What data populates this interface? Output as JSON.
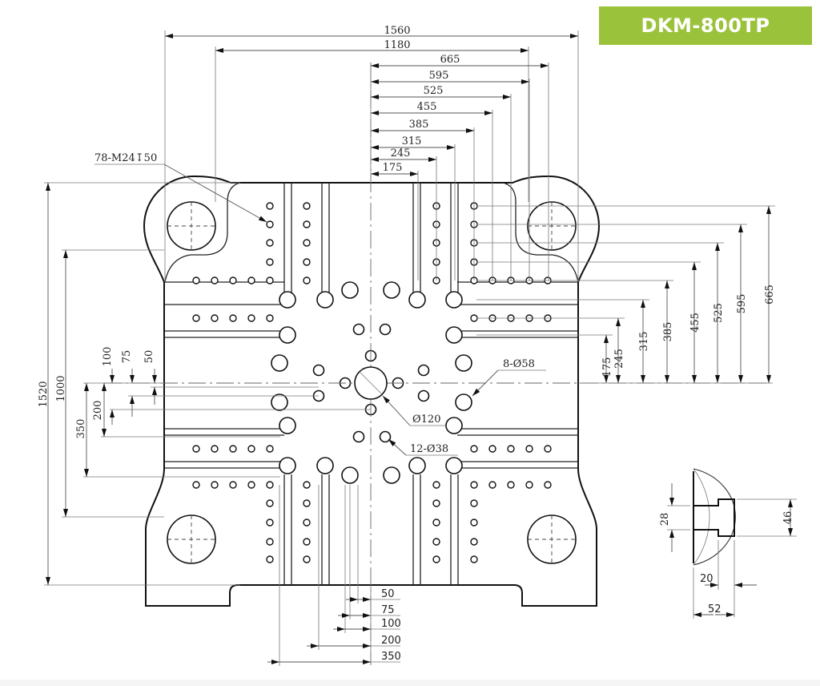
{
  "header": {
    "model_badge": "DKM-800TP",
    "badge_color": "#9bc23b"
  },
  "drawing": {
    "title": "Platen dimension drawing",
    "overall_dims": {
      "width_total": "1560",
      "tie_bar_distance_h": "1180",
      "height_total": "1520",
      "tie_bar_distance_v": "1000"
    },
    "top_dims": [
      "665",
      "595",
      "525",
      "455",
      "385",
      "315",
      "245",
      "175"
    ],
    "right_dims": [
      "175",
      "245",
      "315",
      "385",
      "455",
      "525",
      "595",
      "665"
    ],
    "left_small_dims": [
      "100",
      "75",
      "50"
    ],
    "left_stack_dims": [
      "200",
      "350"
    ],
    "bottom_dims": [
      "50",
      "75",
      "100",
      "200",
      "350"
    ],
    "callouts": {
      "tapped_holes": "78-M24↧50",
      "large_holes": "8-Ø58",
      "center_hole": "Ø120",
      "small_holes": "12-Ø38"
    },
    "tslot_detail": {
      "neck_width": "28",
      "head_width": "46",
      "neck_depth": "20",
      "total_depth": "52"
    }
  }
}
